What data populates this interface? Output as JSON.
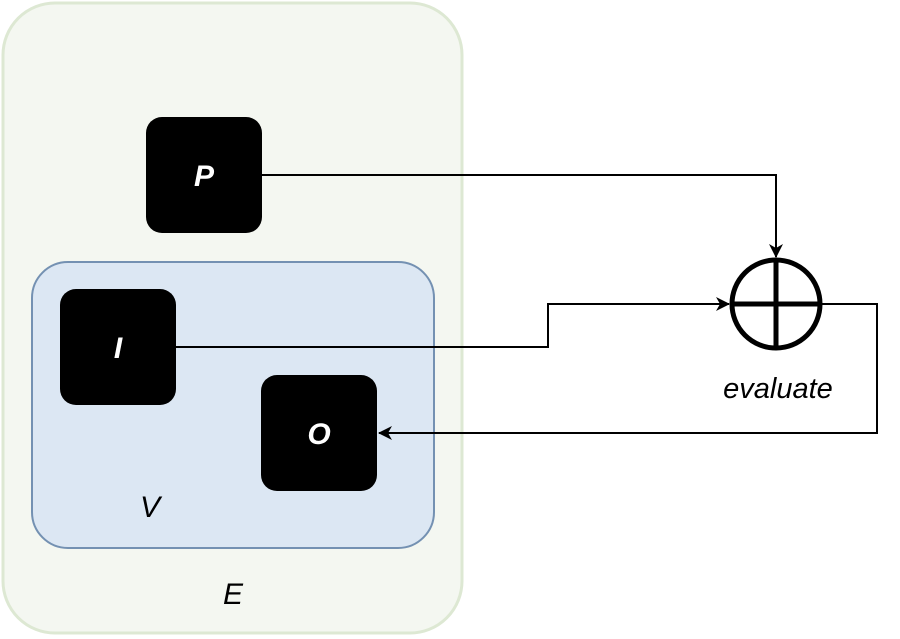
{
  "regions": {
    "environment": {
      "label": "E",
      "fill": "#f4f7f1",
      "stroke": "#dde8d3"
    },
    "view": {
      "label": "V",
      "fill": "#dce7f3",
      "stroke": "#7491b2"
    }
  },
  "nodes": {
    "p": {
      "label": "P",
      "fill": "#000000"
    },
    "i": {
      "label": "I",
      "fill": "#000000"
    },
    "o": {
      "label": "O",
      "fill": "#000000"
    }
  },
  "operator": {
    "label": "evaluate",
    "symbol": "oplus"
  },
  "edges": [
    {
      "from": "P",
      "to": "evaluate"
    },
    {
      "from": "I",
      "to": "evaluate"
    },
    {
      "from": "evaluate",
      "to": "O"
    }
  ]
}
